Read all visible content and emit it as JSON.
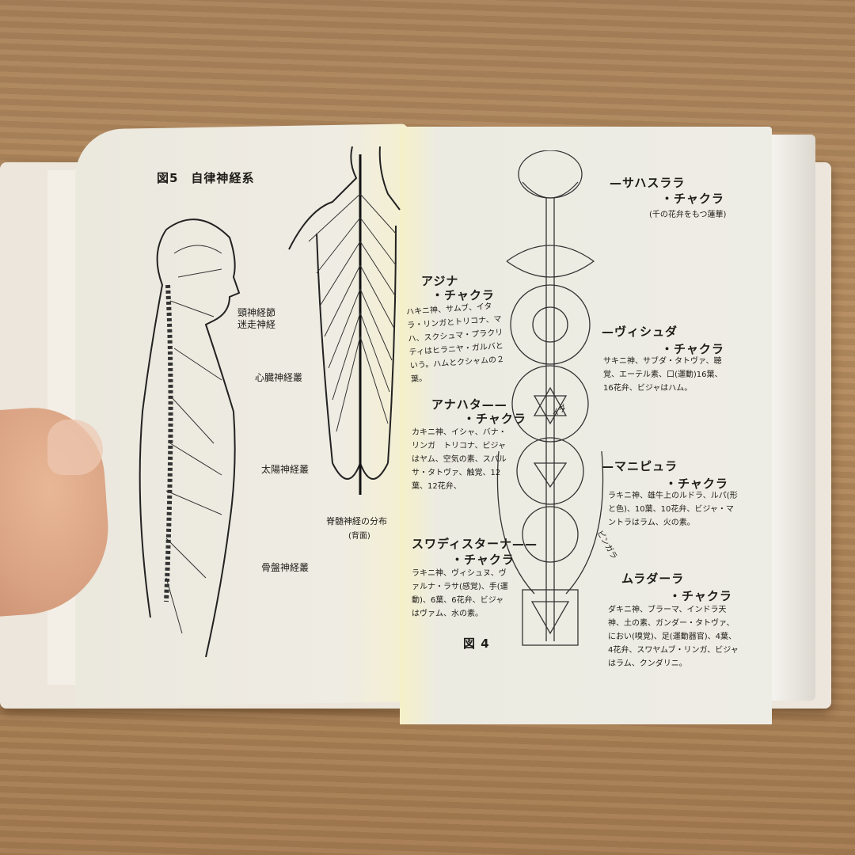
{
  "left_page": {
    "figure_title": "図5　自律神経系",
    "labels": [
      "頸神経節",
      "迷走神経",
      "心臓神経叢",
      "太陽神経叢",
      "骨盤神経叢"
    ],
    "spine_caption": "脊髄神経の分布",
    "spine_caption_sub": "(背面)"
  },
  "right_page": {
    "figure_number": "図 4",
    "chakras": [
      {
        "name": "—サハスララ",
        "suffix": "・チャクラ",
        "desc": "(千の花弁をもつ蓮華)"
      },
      {
        "name": "アジナ",
        "suffix": "・チャクラ",
        "desc": "ハキニ神、サムブ、イタラ・リンガとトリコナ、マハ、スクシュマ・プラクリティはヒラニヤ・ガルバという。ハムとクシャムの２葉。"
      },
      {
        "name": "—ヴィシュダ",
        "suffix": "・チャクラ",
        "desc": "サキニ神、サブダ・タトヴァ、聴覚、エーテル素、口(運動)16葉、16花弁、ビジャはハム。"
      },
      {
        "name": "アナハタ——",
        "suffix": "・チャクラ",
        "desc": "カキニ神、イシャ、バナ・リンガ　トリコナ、ビジャはヤム、空気の素、スパルサ・タトヴァ、触覚、12葉、12花弁、"
      },
      {
        "name": "—マニピュラ",
        "suffix": "・チャクラ",
        "desc": "ラキニ神、雄牛上のルドラ、ルパ(形と色)、10葉、10花弁、ビジャ・マントラはラム、火の素。"
      },
      {
        "name": "スワディスターナ——",
        "suffix": "・チャクラ",
        "desc": "ラキニ神、ヴィシュヌ、ヴァルナ・ラサ(感覚)、手(運動)、6葉、6花弁、ビジャはヴァム、水の素。"
      },
      {
        "name": "ムラダーラ",
        "suffix": "・チャクラ",
        "desc": "ダキニ神、ブラーマ、インドラ天神、土の素、ガンダー・タトヴァ、におい(嗅覚)、足(運動器官)、4葉、4花弁、スワヤムブ・リンガ、ビジャはラム、クンダリニ。"
      }
    ],
    "nadi_labels": [
      "イダ",
      "ピンガラ"
    ]
  }
}
